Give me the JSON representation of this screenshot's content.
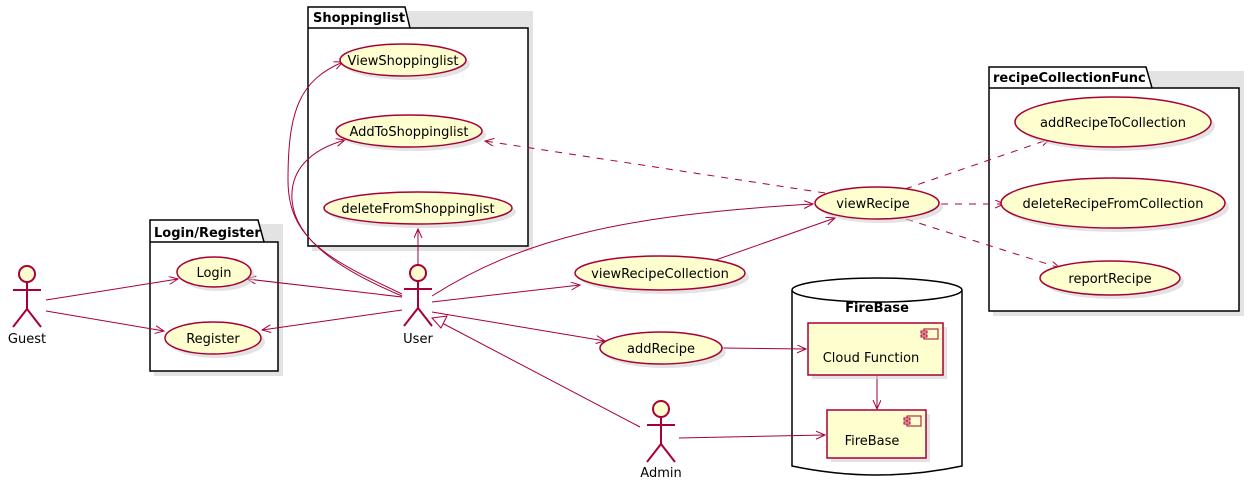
{
  "packages": {
    "shopping": {
      "title": "Shoppinglist"
    },
    "login": {
      "title": "Login/Register"
    },
    "recipe": {
      "title": "recipeCollectionFunc"
    },
    "firebase_db": {
      "title": "FireBase"
    }
  },
  "actors": {
    "guest": {
      "label": "Guest"
    },
    "user": {
      "label": "User"
    },
    "admin": {
      "label": "Admin"
    }
  },
  "usecases": {
    "view_shopping": {
      "label": "ViewShoppinglist"
    },
    "add_shopping": {
      "label": "AddToShoppinglist"
    },
    "delete_shopping": {
      "label": "deleteFromShoppinglist"
    },
    "login": {
      "label": "Login"
    },
    "register": {
      "label": "Register"
    },
    "view_recipe": {
      "label": "viewRecipe"
    },
    "view_collection": {
      "label": "viewRecipeCollection"
    },
    "add_recipe": {
      "label": "addRecipe"
    },
    "add_to_collection": {
      "label": "addRecipeToCollection"
    },
    "delete_from_collection": {
      "label": "deleteRecipeFromCollection"
    },
    "report_recipe": {
      "label": "reportRecipe"
    }
  },
  "components": {
    "cloud_function": {
      "label": "Cloud Function"
    },
    "firebase": {
      "label": "FireBase"
    }
  },
  "colors": {
    "stroke": "#A80036",
    "fill": "#FEFECE"
  }
}
